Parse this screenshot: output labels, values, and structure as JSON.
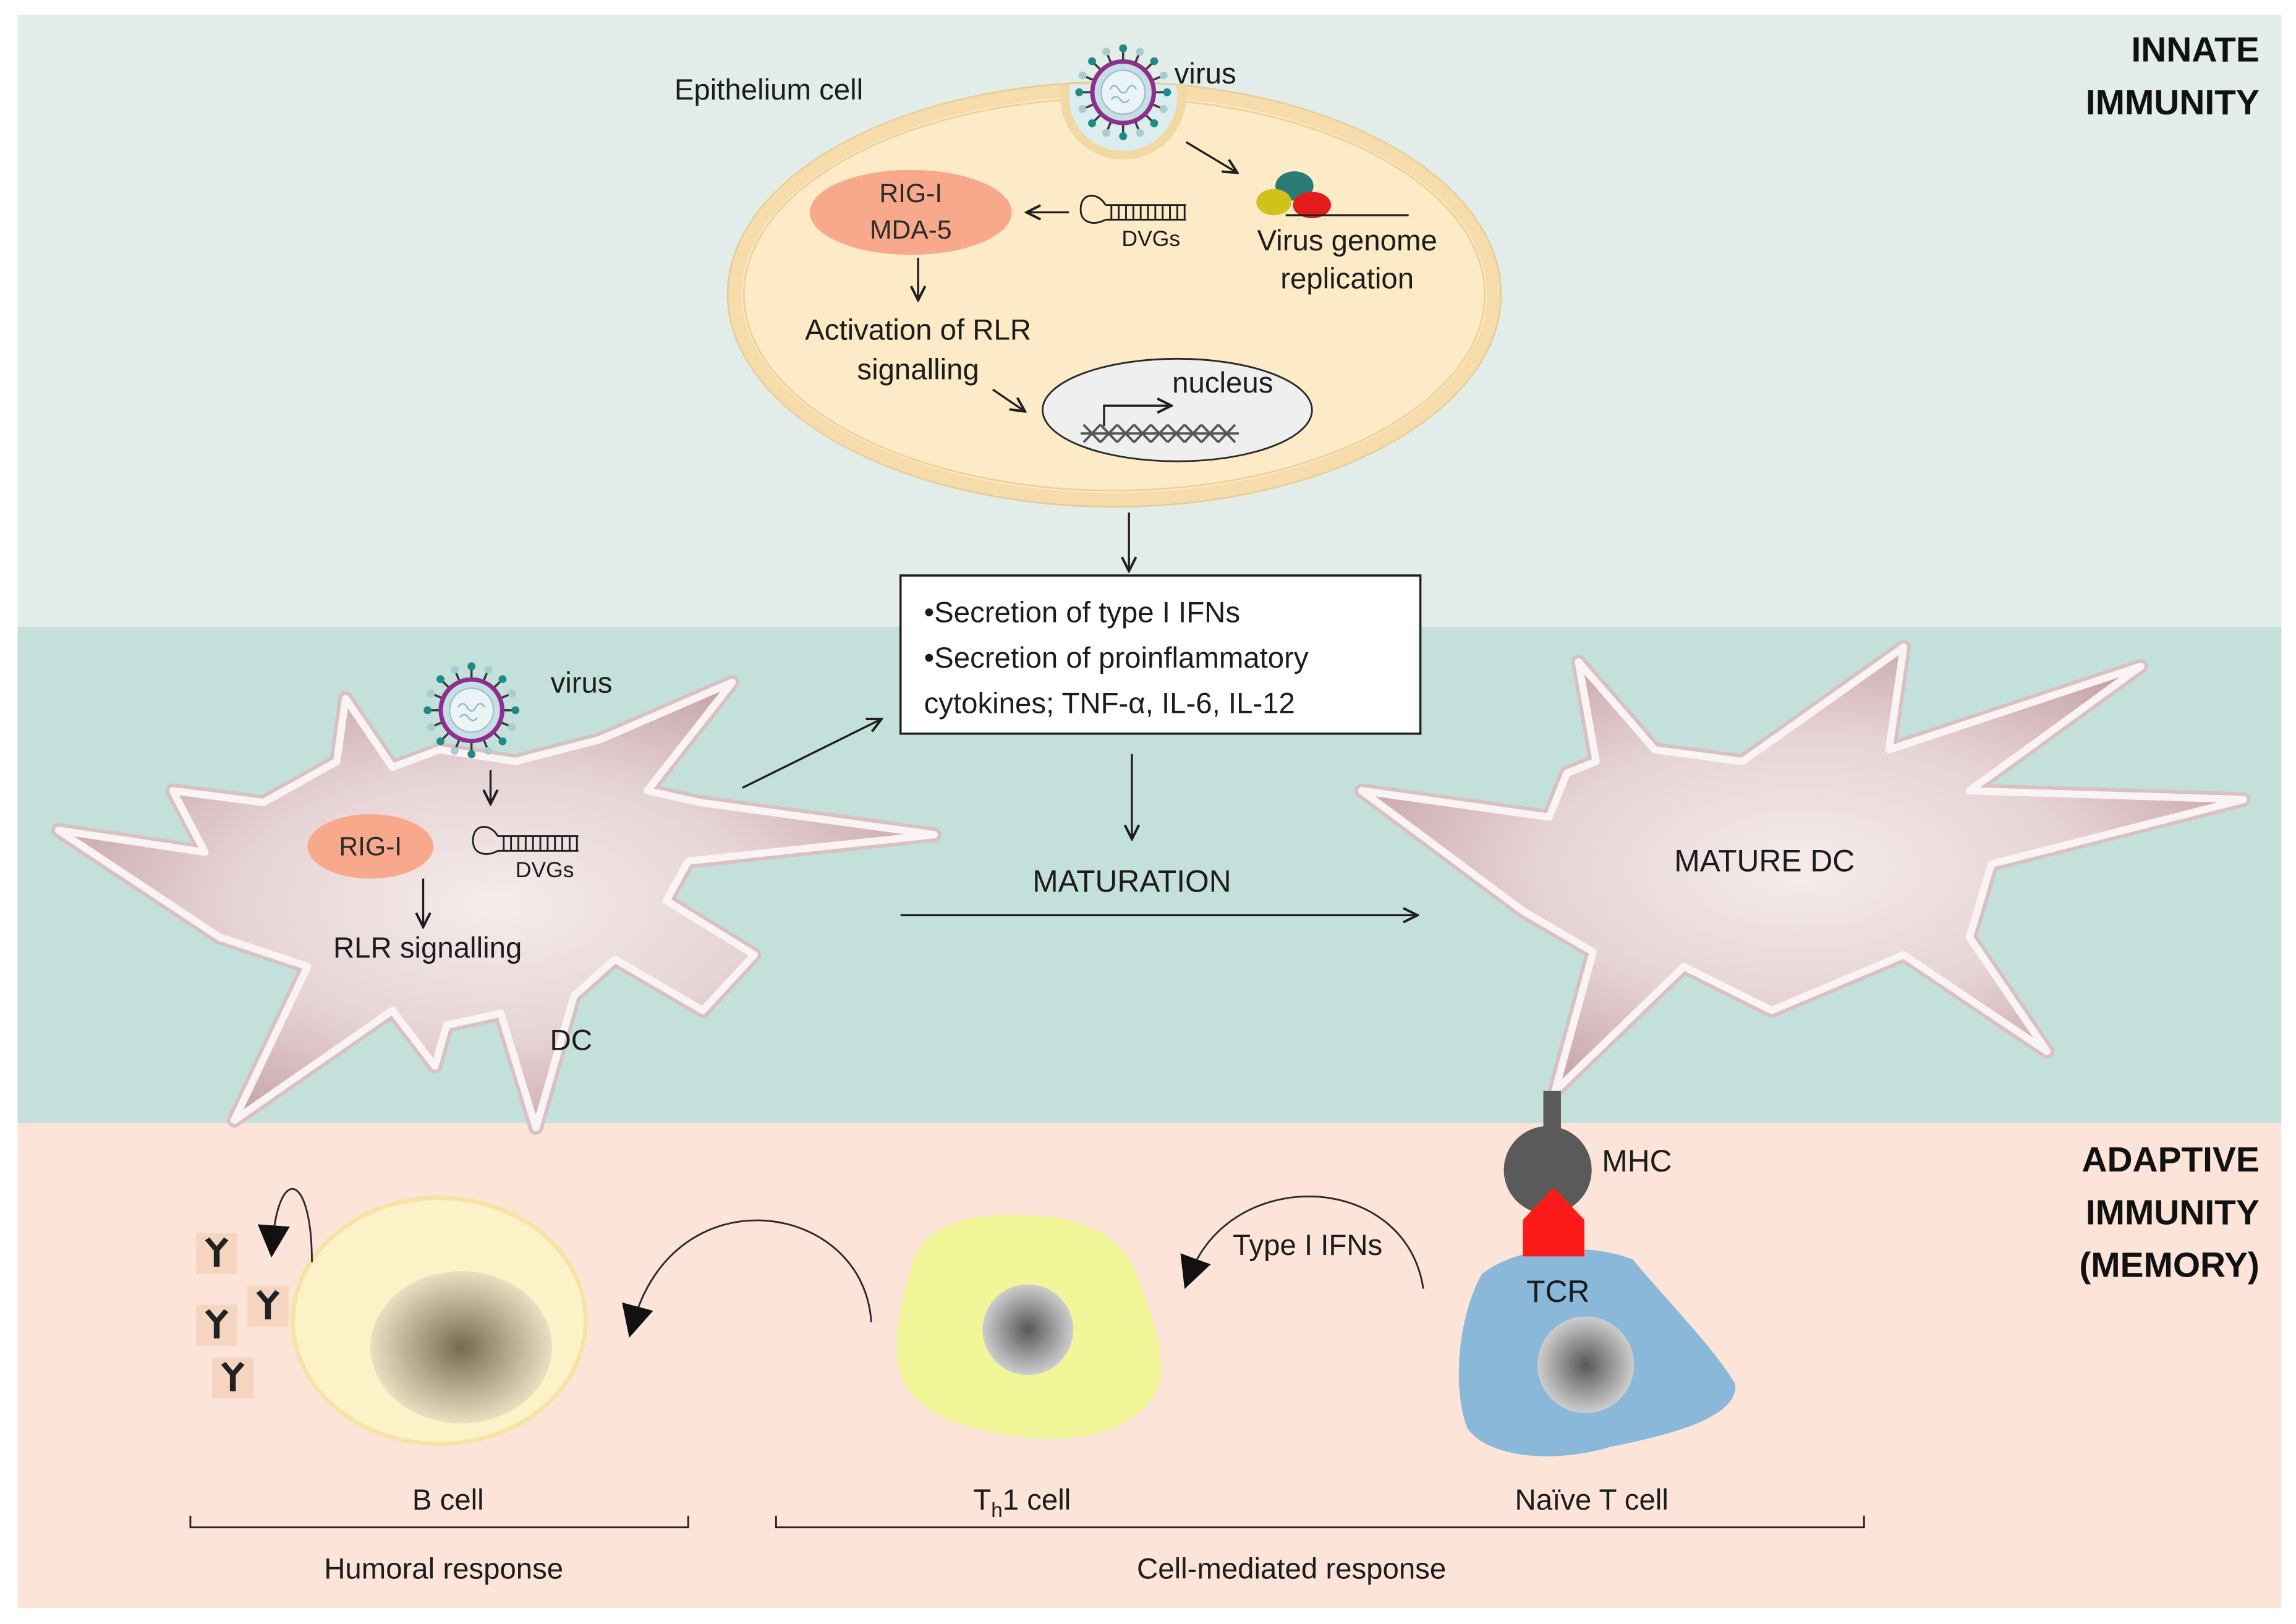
{
  "innate_label": {
    "line1": "INNATE",
    "line2": "IMMUNITY"
  },
  "adaptive_label": {
    "line1": "ADAPTIVE",
    "line2": "IMMUNITY",
    "line3": "(MEMORY)"
  },
  "epithelium_cell": {
    "title": "Epithelium cell",
    "virus_label": "virus",
    "receptor": {
      "line1": "RIG-I",
      "line2": "MDA-5"
    },
    "dvgs_label": "DVGs",
    "replication": {
      "line1": "Virus genome",
      "line2": "replication"
    },
    "activation": {
      "line1": "Activation of RLR",
      "line2": "signalling"
    },
    "nucleus_label": "nucleus"
  },
  "secretion_box": {
    "line1": "•Secretion of type I IFNs",
    "line2": "•Secretion of proinflammatory",
    "line3": "cytokines; TNF-α, IL-6, IL-12"
  },
  "dendritic_cell": {
    "virus_label": "virus",
    "receptor": "RIG-I",
    "dvgs_label": "DVGs",
    "signalling": "RLR signalling",
    "label": "DC"
  },
  "maturation_label": "MATURATION",
  "mature_dc_label": "MATURE DC",
  "mhc_label": "MHC",
  "tcr_label": "TCR",
  "type_i_ifns_label": "Type I IFNs",
  "b_cell_label": "B cell",
  "th1_cell_label": {
    "main": "T",
    "subscript": "h",
    "rest": "1 cell"
  },
  "naive_t_cell_label": "Naïve T cell",
  "humoral_response_label": "Humoral response",
  "cell_mediated_response_label": "Cell-mediated response",
  "colors": {
    "innate_band": "#e2ede9",
    "middle_band": "#c4e0da",
    "adaptive_band": "#fce4d9",
    "epithelium_cytoplasm": "#fdebc7",
    "receptor": "#f8a98b",
    "tcr": "#ff1a1a",
    "mhc": "#5a5a5a",
    "naive_t_cell": "#8ab8d8",
    "th1_cell": "#f1f799",
    "b_cell": "#fcf2c8"
  }
}
